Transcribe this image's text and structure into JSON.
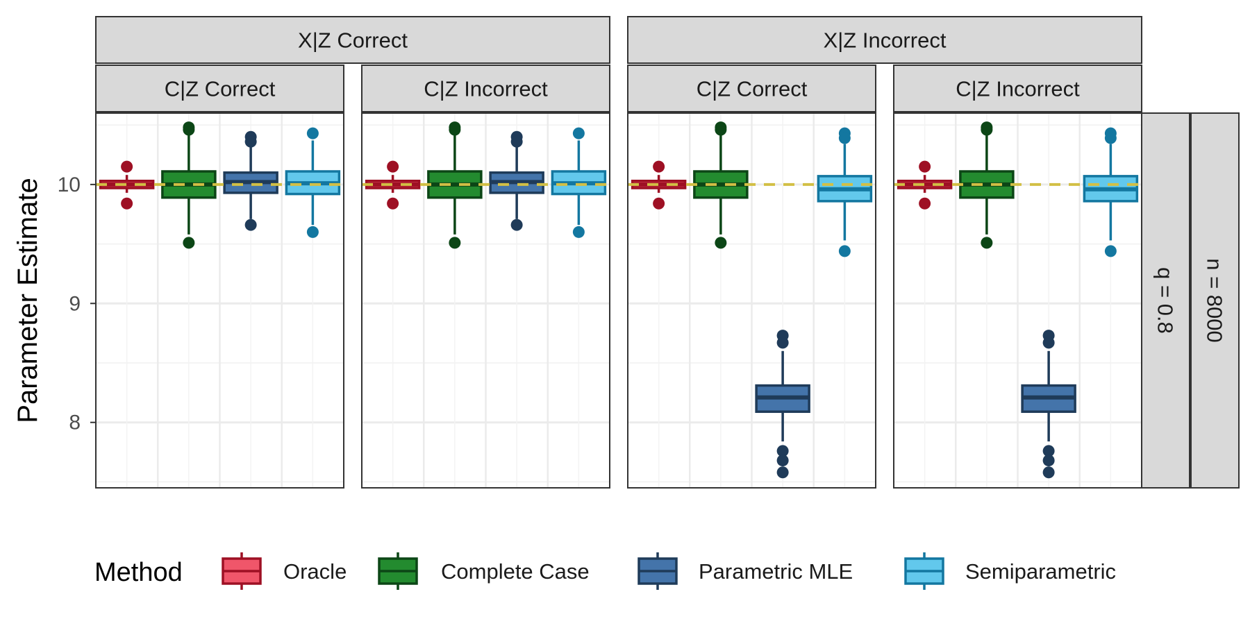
{
  "chart_data": {
    "type": "boxplot",
    "ylabel": "Parameter Estimate",
    "xlabel": "",
    "ylim": [
      7.45,
      10.6
    ],
    "y_ticks": [
      8,
      9,
      10
    ],
    "reference_line": 10,
    "grid": true,
    "legend": {
      "title": "Method",
      "placement": "bottom",
      "entries": [
        "Oracle",
        "Complete Case",
        "Parametric MLE",
        "Semiparametric"
      ]
    },
    "column_groups": [
      {
        "label": "X|Z Correct",
        "columns": [
          "C|Z Correct",
          "C|Z Incorrect"
        ]
      },
      {
        "label": "X|Z Incorrect",
        "columns": [
          "C|Z Correct",
          "C|Z Incorrect"
        ]
      }
    ],
    "row_strips": [
      "q = 0.8",
      "n = 8000"
    ],
    "methods": [
      {
        "name": "Oracle",
        "fill": "#f0566a",
        "stroke": "#9e1024"
      },
      {
        "name": "Complete Case",
        "fill": "#238b2f",
        "stroke": "#0c4616"
      },
      {
        "name": "Parametric MLE",
        "fill": "#4474aa",
        "stroke": "#1f3b59"
      },
      {
        "name": "Semiparametric",
        "fill": "#62c8ec",
        "stroke": "#1377a0"
      }
    ],
    "panels": [
      {
        "xz": "X|Z Correct",
        "cz": "C|Z Correct",
        "boxes": [
          {
            "method": "Oracle",
            "whisker_low": 9.93,
            "q1": 9.97,
            "median": 10.0,
            "q3": 10.03,
            "whisker_high": 10.08,
            "outliers": [
              10.15,
              9.84
            ]
          },
          {
            "method": "Complete Case",
            "whisker_low": 9.58,
            "q1": 9.89,
            "median": 10.0,
            "q3": 10.11,
            "whisker_high": 10.43,
            "outliers": [
              10.48,
              10.46,
              9.51
            ]
          },
          {
            "method": "Parametric MLE",
            "whisker_low": 9.71,
            "q1": 9.93,
            "median": 10.02,
            "q3": 10.1,
            "whisker_high": 10.33,
            "outliers": [
              10.4,
              10.36,
              9.66
            ]
          },
          {
            "method": "Semiparametric",
            "whisker_low": 9.66,
            "q1": 9.92,
            "median": 10.01,
            "q3": 10.11,
            "whisker_high": 10.37,
            "outliers": [
              10.43,
              9.6
            ]
          }
        ]
      },
      {
        "xz": "X|Z Correct",
        "cz": "C|Z Incorrect",
        "boxes": [
          {
            "method": "Oracle",
            "whisker_low": 9.93,
            "q1": 9.97,
            "median": 10.0,
            "q3": 10.03,
            "whisker_high": 10.08,
            "outliers": [
              10.15,
              9.84
            ]
          },
          {
            "method": "Complete Case",
            "whisker_low": 9.58,
            "q1": 9.89,
            "median": 10.0,
            "q3": 10.11,
            "whisker_high": 10.43,
            "outliers": [
              10.48,
              10.46,
              9.51
            ]
          },
          {
            "method": "Parametric MLE",
            "whisker_low": 9.71,
            "q1": 9.93,
            "median": 10.02,
            "q3": 10.1,
            "whisker_high": 10.33,
            "outliers": [
              10.4,
              10.36,
              9.66
            ]
          },
          {
            "method": "Semiparametric",
            "whisker_low": 9.66,
            "q1": 9.92,
            "median": 10.01,
            "q3": 10.11,
            "whisker_high": 10.37,
            "outliers": [
              10.43,
              9.6
            ]
          }
        ]
      },
      {
        "xz": "X|Z Incorrect",
        "cz": "C|Z Correct",
        "boxes": [
          {
            "method": "Oracle",
            "whisker_low": 9.93,
            "q1": 9.97,
            "median": 10.0,
            "q3": 10.03,
            "whisker_high": 10.08,
            "outliers": [
              10.15,
              9.84
            ]
          },
          {
            "method": "Complete Case",
            "whisker_low": 9.58,
            "q1": 9.89,
            "median": 10.0,
            "q3": 10.11,
            "whisker_high": 10.43,
            "outliers": [
              10.48,
              10.46,
              9.51
            ]
          },
          {
            "method": "Parametric MLE",
            "whisker_low": 7.84,
            "q1": 8.09,
            "median": 8.21,
            "q3": 8.31,
            "whisker_high": 8.6,
            "outliers": [
              8.73,
              8.67,
              7.76,
              7.68,
              7.58
            ]
          },
          {
            "method": "Semiparametric",
            "whisker_low": 9.53,
            "q1": 9.86,
            "median": 9.96,
            "q3": 10.07,
            "whisker_high": 10.34,
            "outliers": [
              10.43,
              10.39,
              9.44
            ]
          }
        ]
      },
      {
        "xz": "X|Z Incorrect",
        "cz": "C|Z Incorrect",
        "boxes": [
          {
            "method": "Oracle",
            "whisker_low": 9.93,
            "q1": 9.97,
            "median": 10.0,
            "q3": 10.03,
            "whisker_high": 10.08,
            "outliers": [
              10.15,
              9.84
            ]
          },
          {
            "method": "Complete Case",
            "whisker_low": 9.58,
            "q1": 9.89,
            "median": 10.0,
            "q3": 10.11,
            "whisker_high": 10.43,
            "outliers": [
              10.48,
              10.46,
              9.51
            ]
          },
          {
            "method": "Parametric MLE",
            "whisker_low": 7.84,
            "q1": 8.09,
            "median": 8.21,
            "q3": 8.31,
            "whisker_high": 8.6,
            "outliers": [
              8.73,
              8.67,
              7.76,
              7.68,
              7.58
            ]
          },
          {
            "method": "Semiparametric",
            "whisker_low": 9.53,
            "q1": 9.86,
            "median": 9.96,
            "q3": 10.07,
            "whisker_high": 10.34,
            "outliers": [
              10.43,
              10.39,
              9.44
            ]
          }
        ]
      }
    ]
  }
}
